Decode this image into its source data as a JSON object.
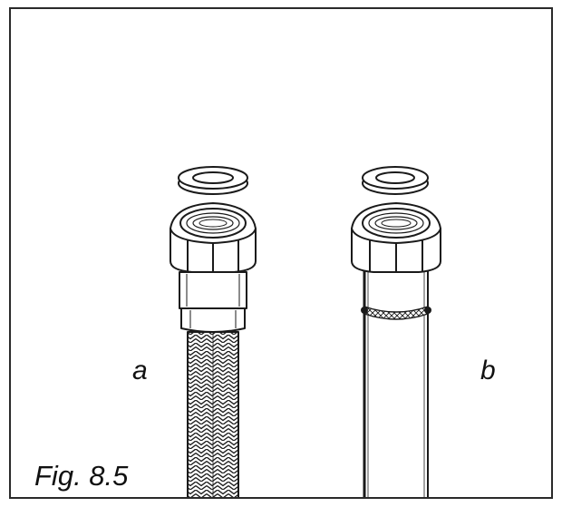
{
  "figure": {
    "caption": "Fig. 8.5",
    "labels": {
      "left": "a",
      "right": "b"
    }
  },
  "colors": {
    "line": "#1a1a1a",
    "fill": "#ffffff",
    "frame": "#2a2a2a"
  },
  "icons": {
    "left": [
      "washer-icon",
      "hex-nut-icon",
      "braided-hose-icon"
    ],
    "right": [
      "washer-icon",
      "hex-nut-icon",
      "smooth-hose-icon"
    ]
  }
}
